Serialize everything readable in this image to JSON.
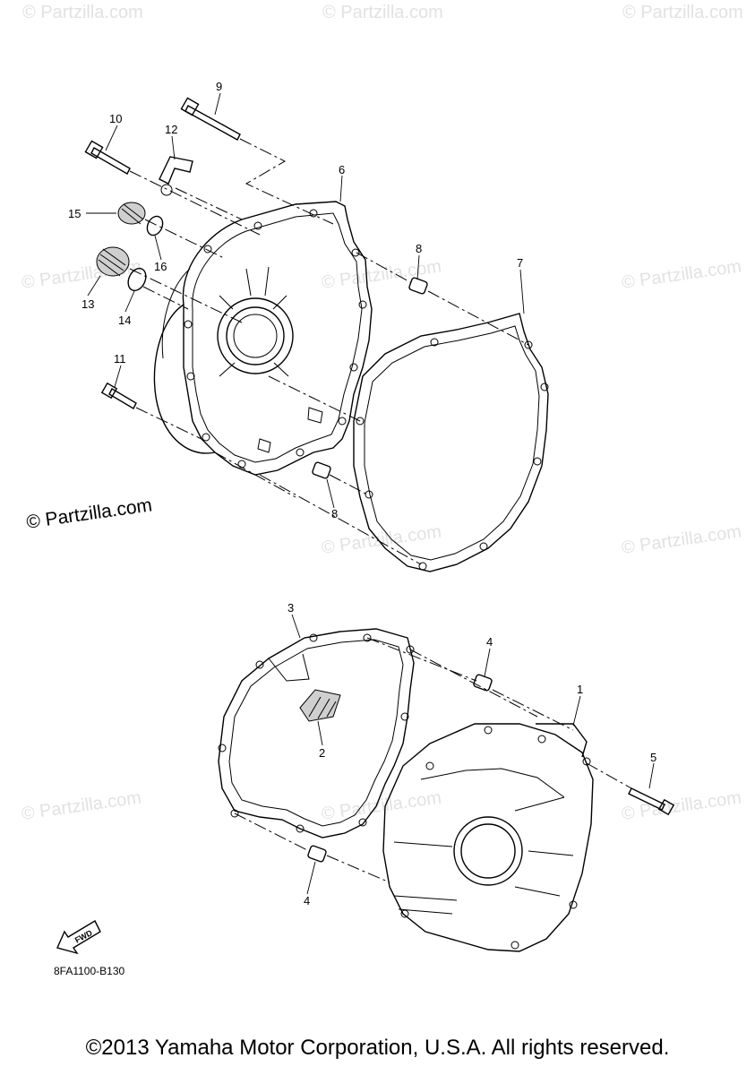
{
  "watermark_text": "© Partzilla.com",
  "brand_watermark": "© Partzilla.com",
  "diagram_code": "8FA1100-B130",
  "fwd_label": "FWD",
  "copyright": "©2013 Yamaha Motor Corporation, U.S.A. All rights reserved.",
  "callouts": {
    "c1": "1",
    "c2": "2",
    "c3": "3",
    "c4a": "4",
    "c4b": "4",
    "c5": "5",
    "c6": "6",
    "c7": "7",
    "c8a": "8",
    "c8b": "8",
    "c9": "9",
    "c10": "10",
    "c11": "11",
    "c12": "12",
    "c13": "13",
    "c14": "14",
    "c15": "15",
    "c16": "16"
  }
}
